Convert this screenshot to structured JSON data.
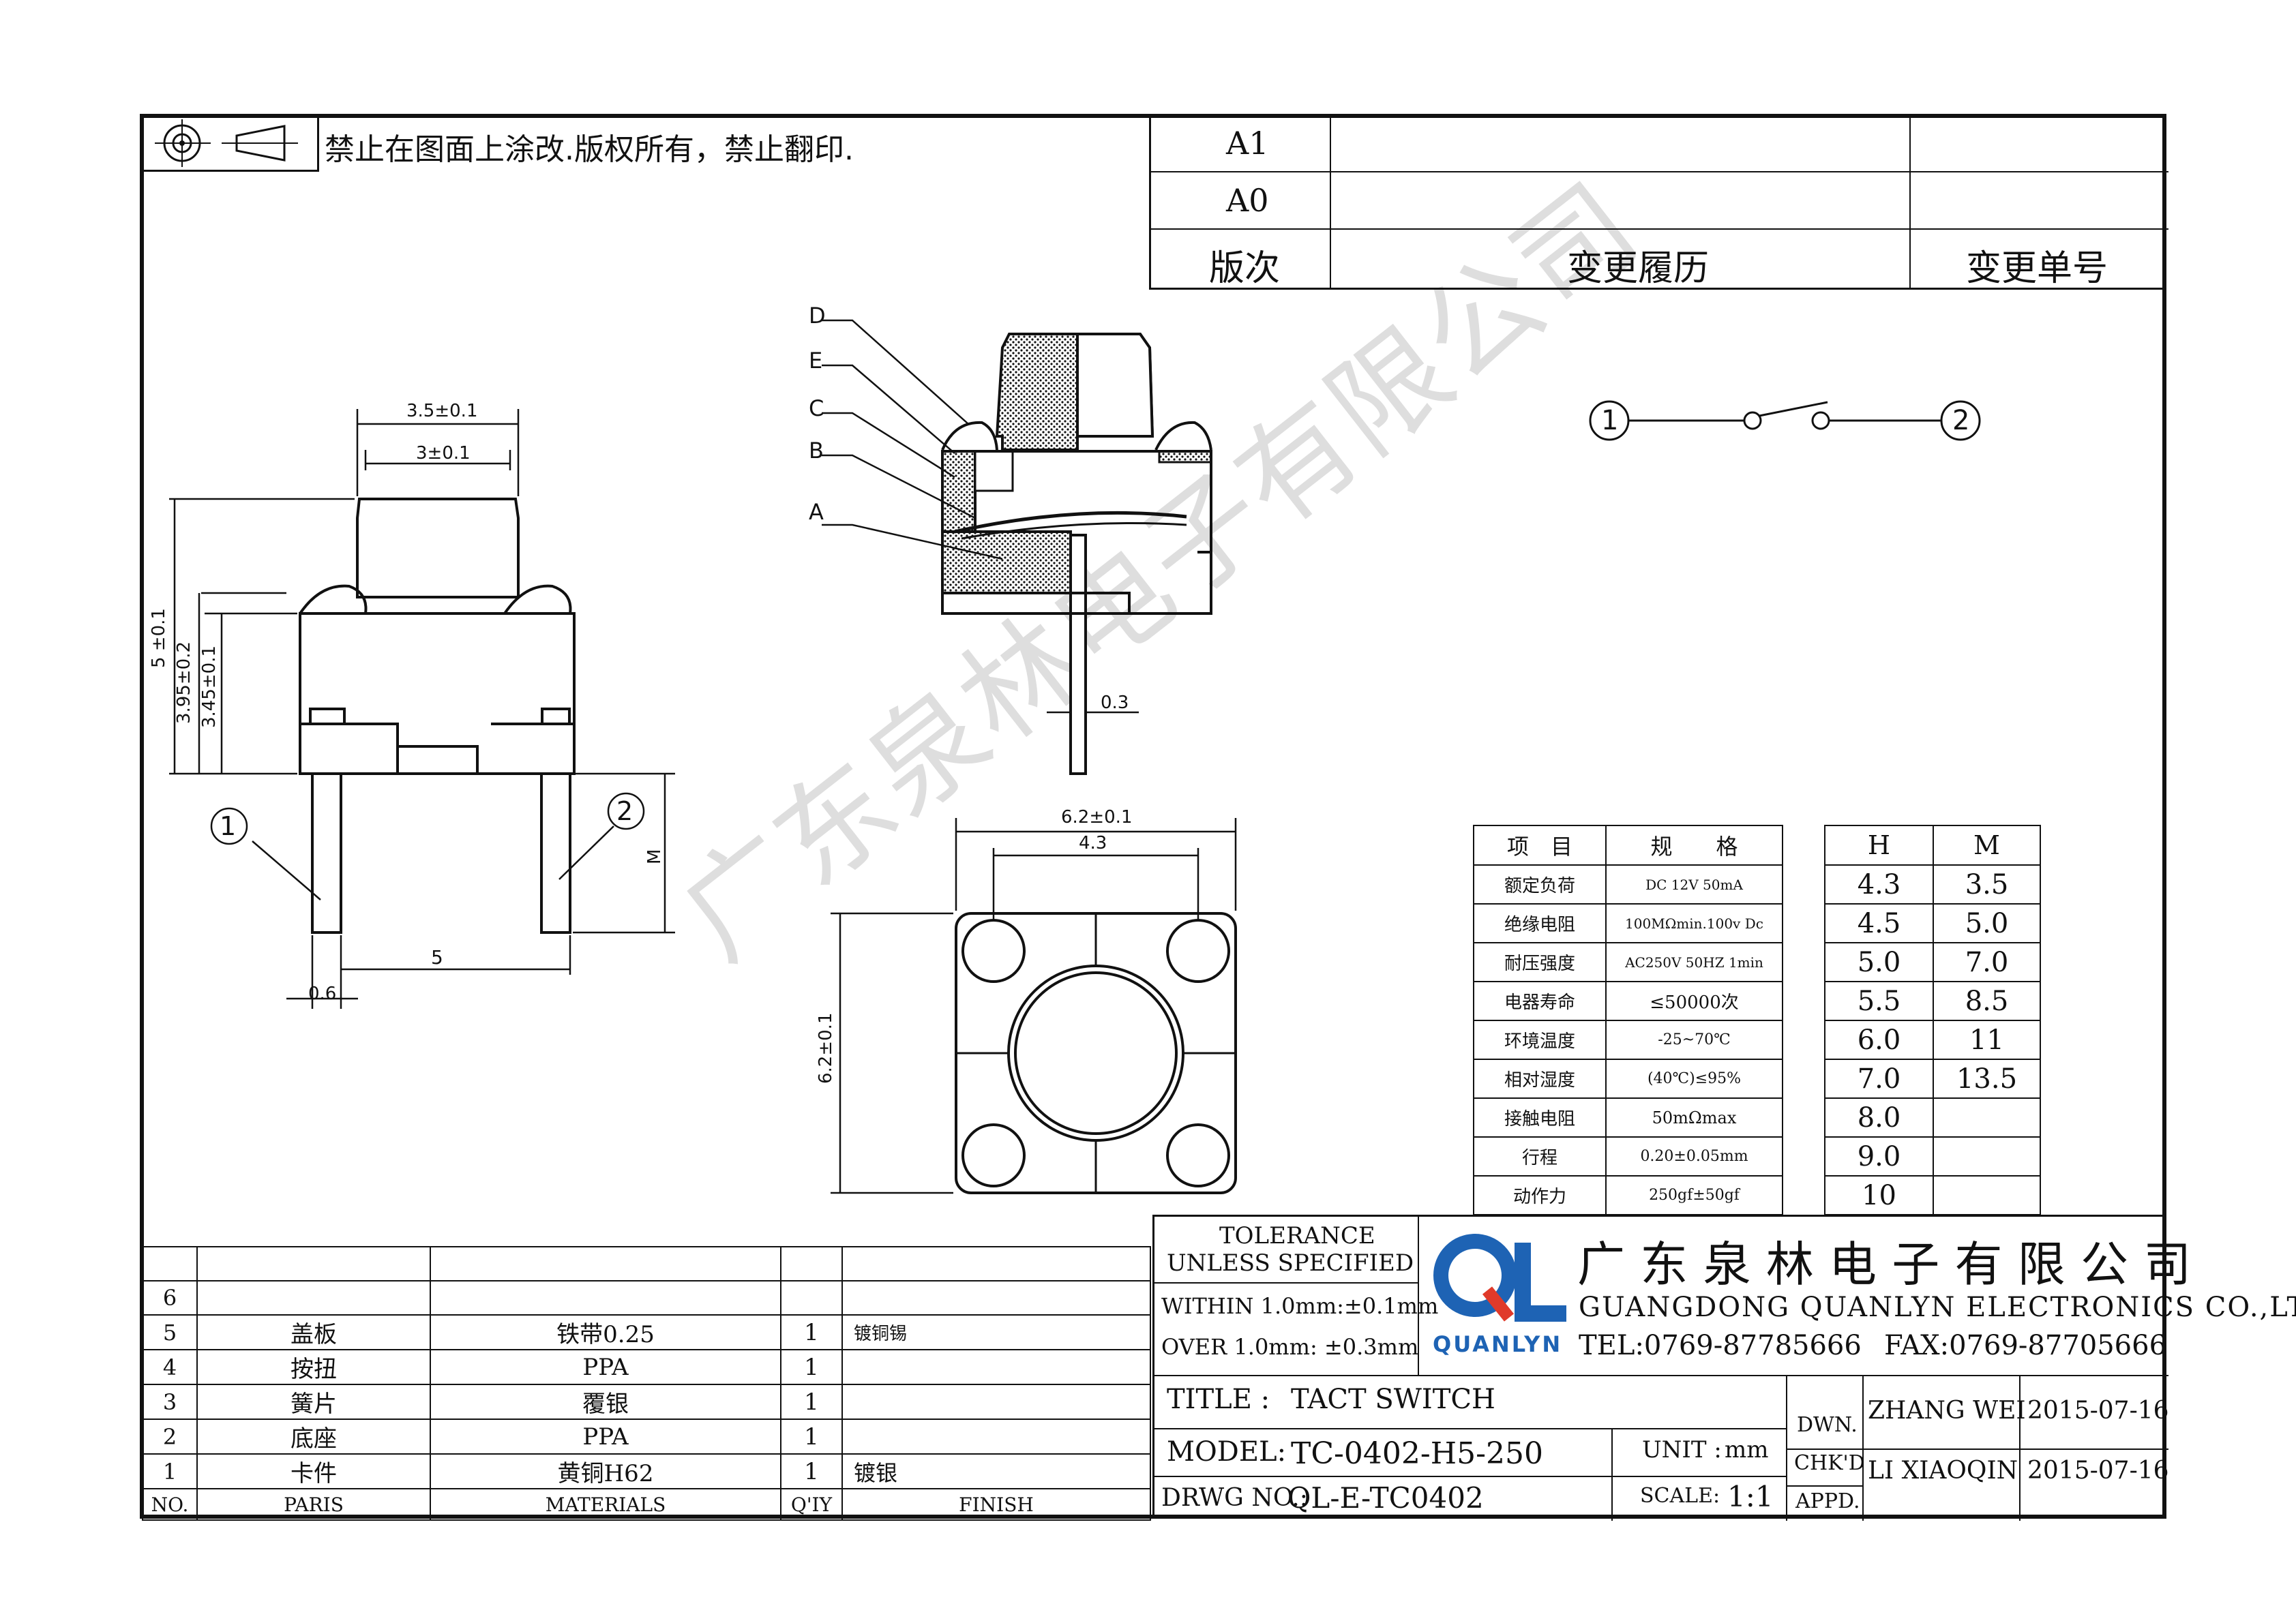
{
  "notice": "禁止在图面上涂改.版权所有，禁止翻印.",
  "revision_table": {
    "rows": [
      {
        "rev": "A1",
        "change": "",
        "number": ""
      },
      {
        "rev": "A0",
        "change": "",
        "number": ""
      }
    ],
    "header": {
      "rev": "版次",
      "change": "变更履历",
      "number": "变更单号"
    }
  },
  "side_view": {
    "dim_top_outer": "3.5±0.1",
    "dim_top_inner": "3±0.1",
    "dim_height_total": "5 ±0.1",
    "dim_height_mid": "3.95±0.2",
    "dim_height_body": "3.45±0.1",
    "dim_pin_spacing": "5",
    "dim_pin_width": "0.6",
    "dim_pin_length": "M",
    "pin1": "1",
    "pin2": "2"
  },
  "section_view": {
    "labels": [
      "D",
      "E",
      "C",
      "B",
      "A"
    ],
    "dim_lead": "0.3"
  },
  "top_view": {
    "dim_width": "6.2±0.1",
    "dim_inner": "4.3",
    "dim_height": "6.2±0.1"
  },
  "schematic": {
    "pin1": "1",
    "pin2": "2"
  },
  "spec_table": {
    "header": [
      "项　目",
      "规　　格"
    ],
    "rows": [
      [
        "额定负荷",
        "DC 12V 50mA"
      ],
      [
        "绝缘电阻",
        "100MΩmin.100v Dc"
      ],
      [
        "耐压强度",
        "AC250V 50HZ 1min"
      ],
      [
        "电器寿命",
        "≤50000次"
      ],
      [
        "环境温度",
        "-25~70℃"
      ],
      [
        "相对湿度",
        "(40℃)≤95%"
      ],
      [
        "接触电阻",
        "50mΩmax"
      ],
      [
        "行程",
        "0.20±0.05mm"
      ],
      [
        "动作力",
        "250gf±50gf"
      ]
    ]
  },
  "hm_table": {
    "header": [
      "H",
      "M"
    ],
    "rows": [
      [
        "4.3",
        "3.5"
      ],
      [
        "4.5",
        "5.0"
      ],
      [
        "5.0",
        "7.0"
      ],
      [
        "5.5",
        "8.5"
      ],
      [
        "6.0",
        "11"
      ],
      [
        "7.0",
        "13.5"
      ],
      [
        "8.0",
        ""
      ],
      [
        "9.0",
        ""
      ],
      [
        "10",
        ""
      ]
    ]
  },
  "watermark": "广东泉林电子有限公司",
  "parts_table": {
    "header": {
      "no": "NO.",
      "part": "PARIS",
      "material": "MATERIALS",
      "qty": "Q'IY",
      "finish": "FINISH"
    },
    "rows": [
      {
        "no": "6",
        "part": "",
        "material": "",
        "qty": "",
        "finish": ""
      },
      {
        "no": "5",
        "part": "盖板",
        "material": "铁带0.25",
        "qty": "1",
        "finish": "镀铜锡"
      },
      {
        "no": "4",
        "part": "按扭",
        "material": "PPA",
        "qty": "1",
        "finish": ""
      },
      {
        "no": "3",
        "part": "簧片",
        "material": "覆银",
        "qty": "1",
        "finish": ""
      },
      {
        "no": "2",
        "part": "底座",
        "material": "PPA",
        "qty": "1",
        "finish": ""
      },
      {
        "no": "1",
        "part": "卡件",
        "material": "黄铜H62",
        "qty": "1",
        "finish": "镀银"
      }
    ]
  },
  "tolerance": {
    "title1": "TOLERANCE",
    "title2": "UNLESS SPECIFIED",
    "within": "WITHIN 1.0mm:±0.1mm",
    "over": "OVER 1.0mm:  ±0.3mm"
  },
  "company": {
    "name_cn": "广 东 泉 林 电 子 有 限 公 司",
    "name_en": "GUANGDONG QUANLYN ELECTRONICS CO.,LTD.",
    "logo_text": "QUANLYN",
    "tel": "TEL:0769-87785666",
    "fax": "FAX:0769-87705666",
    "brand_color": "#1e63b4",
    "accent_color": "#e03a2a"
  },
  "title_block": {
    "title_label": "TITLE :",
    "title": "TACT SWITCH",
    "model_label": "MODEL:",
    "model": "TC-0402-H5-250",
    "drwg_label": "DRWG NO.:",
    "drwg": "QL-E-TC0402",
    "unit_label": "UNIT :",
    "unit": "mm",
    "scale_label": "SCALE:",
    "scale": "1:1",
    "dwn_label": "DWN.",
    "chkd_label": "CHK'D",
    "appd_label": "APPD.",
    "dwn_name": "ZHANG WEI",
    "dwn_date": "2015-07-16",
    "chkd_name": "LI XIAOQIN",
    "chkd_date": "2015-07-16"
  }
}
